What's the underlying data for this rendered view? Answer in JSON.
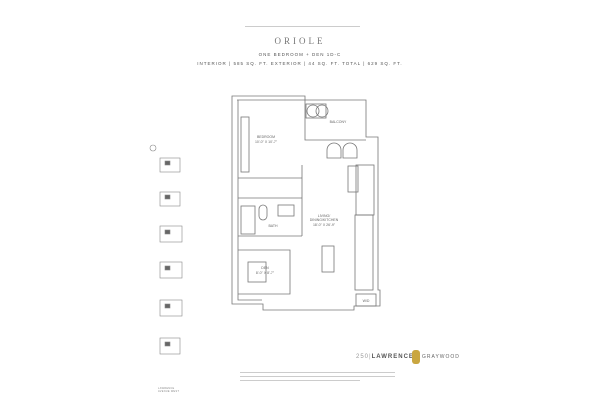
{
  "header": {
    "title": "ORIOLE",
    "unit_type": "ONE BEDROOM + DEN 1D-C",
    "areas": "INTERIOR | 585 SQ. FT.   EXTERIOR | 44 SQ. FT.   TOTAL | 629 SQ. FT."
  },
  "rooms": {
    "bedroom": "BEDROOM",
    "bedroom_dim": "10'-0\" X 10'-7\"",
    "balcony": "BALCONY",
    "bath": "BATH",
    "living": "LIVING/",
    "living2": "DINING/KITCHEN",
    "living_dim": "18'-0\" X 26'-9\"",
    "den": "DEN",
    "den_dim": "8'-0\" X 8'-7\"",
    "wd": "W/D"
  },
  "keyplan": {
    "street": "LAWRENCE AVENUE WEST"
  },
  "footer": {
    "project_num": "250",
    "project_name": "LAWRENCE",
    "developer": "GRAYWOOD"
  }
}
